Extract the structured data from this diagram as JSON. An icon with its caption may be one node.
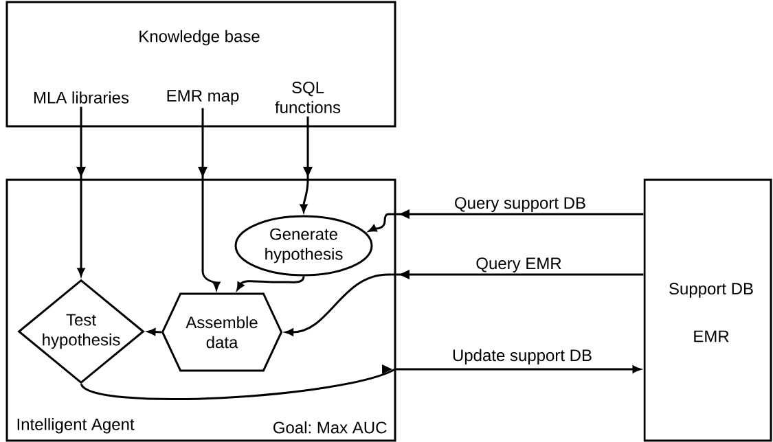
{
  "diagram": {
    "nodes": [
      {
        "text": [
          "Knowledge base"
        ]
      },
      {
        "text": [
          "MLA libraries"
        ],
        "in": 0
      },
      {
        "text": [
          "EMR map"
        ],
        "in": 0
      },
      {
        "text": [
          "SQL functions"
        ],
        "in": 0
      },
      {
        "text": [
          "Intelligent Agent",
          "Goal: Max AUC"
        ]
      },
      {
        "text": [
          "Generate hypothesis"
        ],
        "in": 4
      },
      {
        "text": [
          "Test hypothesis"
        ],
        "in": 4
      },
      {
        "text": [
          "Assemble data"
        ],
        "in": 4
      },
      {
        "text": [
          "Support DB",
          "EMR"
        ]
      }
    ],
    "edges": [
      {
        "from": 1,
        "to": 6,
        "arrow": "to"
      },
      {
        "from": 2,
        "to": 7,
        "arrow": "to"
      },
      {
        "from": 3,
        "to": 5,
        "arrow": "to"
      },
      {
        "from": 8,
        "to": 5,
        "arrow": "to",
        "label": "Query support DB"
      },
      {
        "from": 8,
        "to": 7,
        "arrow": "to",
        "label": "Query EMR"
      },
      {
        "from": 6,
        "to": 8,
        "arrow": "to",
        "label": "Update support DB"
      },
      {
        "from": 5,
        "to": 7,
        "arrow": "to"
      },
      {
        "from": 7,
        "to": 6,
        "arrow": "to"
      }
    ]
  }
}
